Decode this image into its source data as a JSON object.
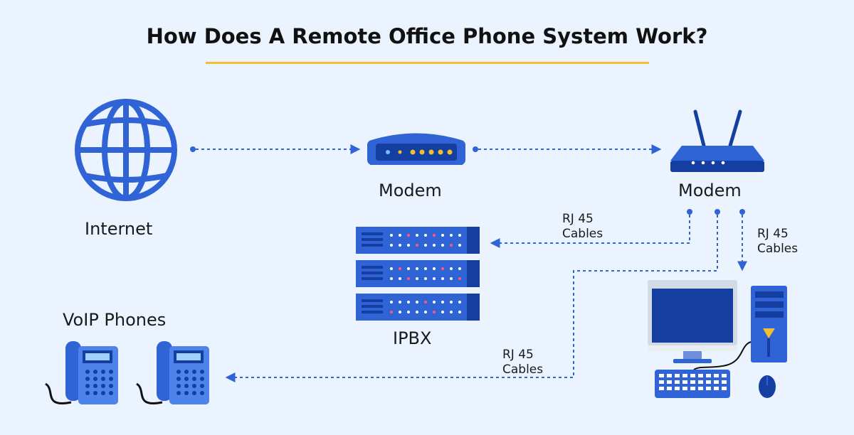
{
  "title": "How Does A Remote Office Phone System Work?",
  "nodes": {
    "internet": "Internet",
    "modem": "Modem",
    "router": "Modem",
    "ipbx": "IPBX",
    "voip": "VoIP Phones"
  },
  "edges": {
    "router_ipbx": [
      "RJ 45",
      "Cables"
    ],
    "router_computer": [
      "RJ 45",
      "Cables"
    ],
    "router_phones": [
      "RJ 45",
      "Cables"
    ]
  },
  "colors": {
    "primary": "#2f63d6",
    "dark": "#143fa0",
    "light": "#4d83ea",
    "accent": "#f2bf2e",
    "background": "#eaf3fe"
  }
}
